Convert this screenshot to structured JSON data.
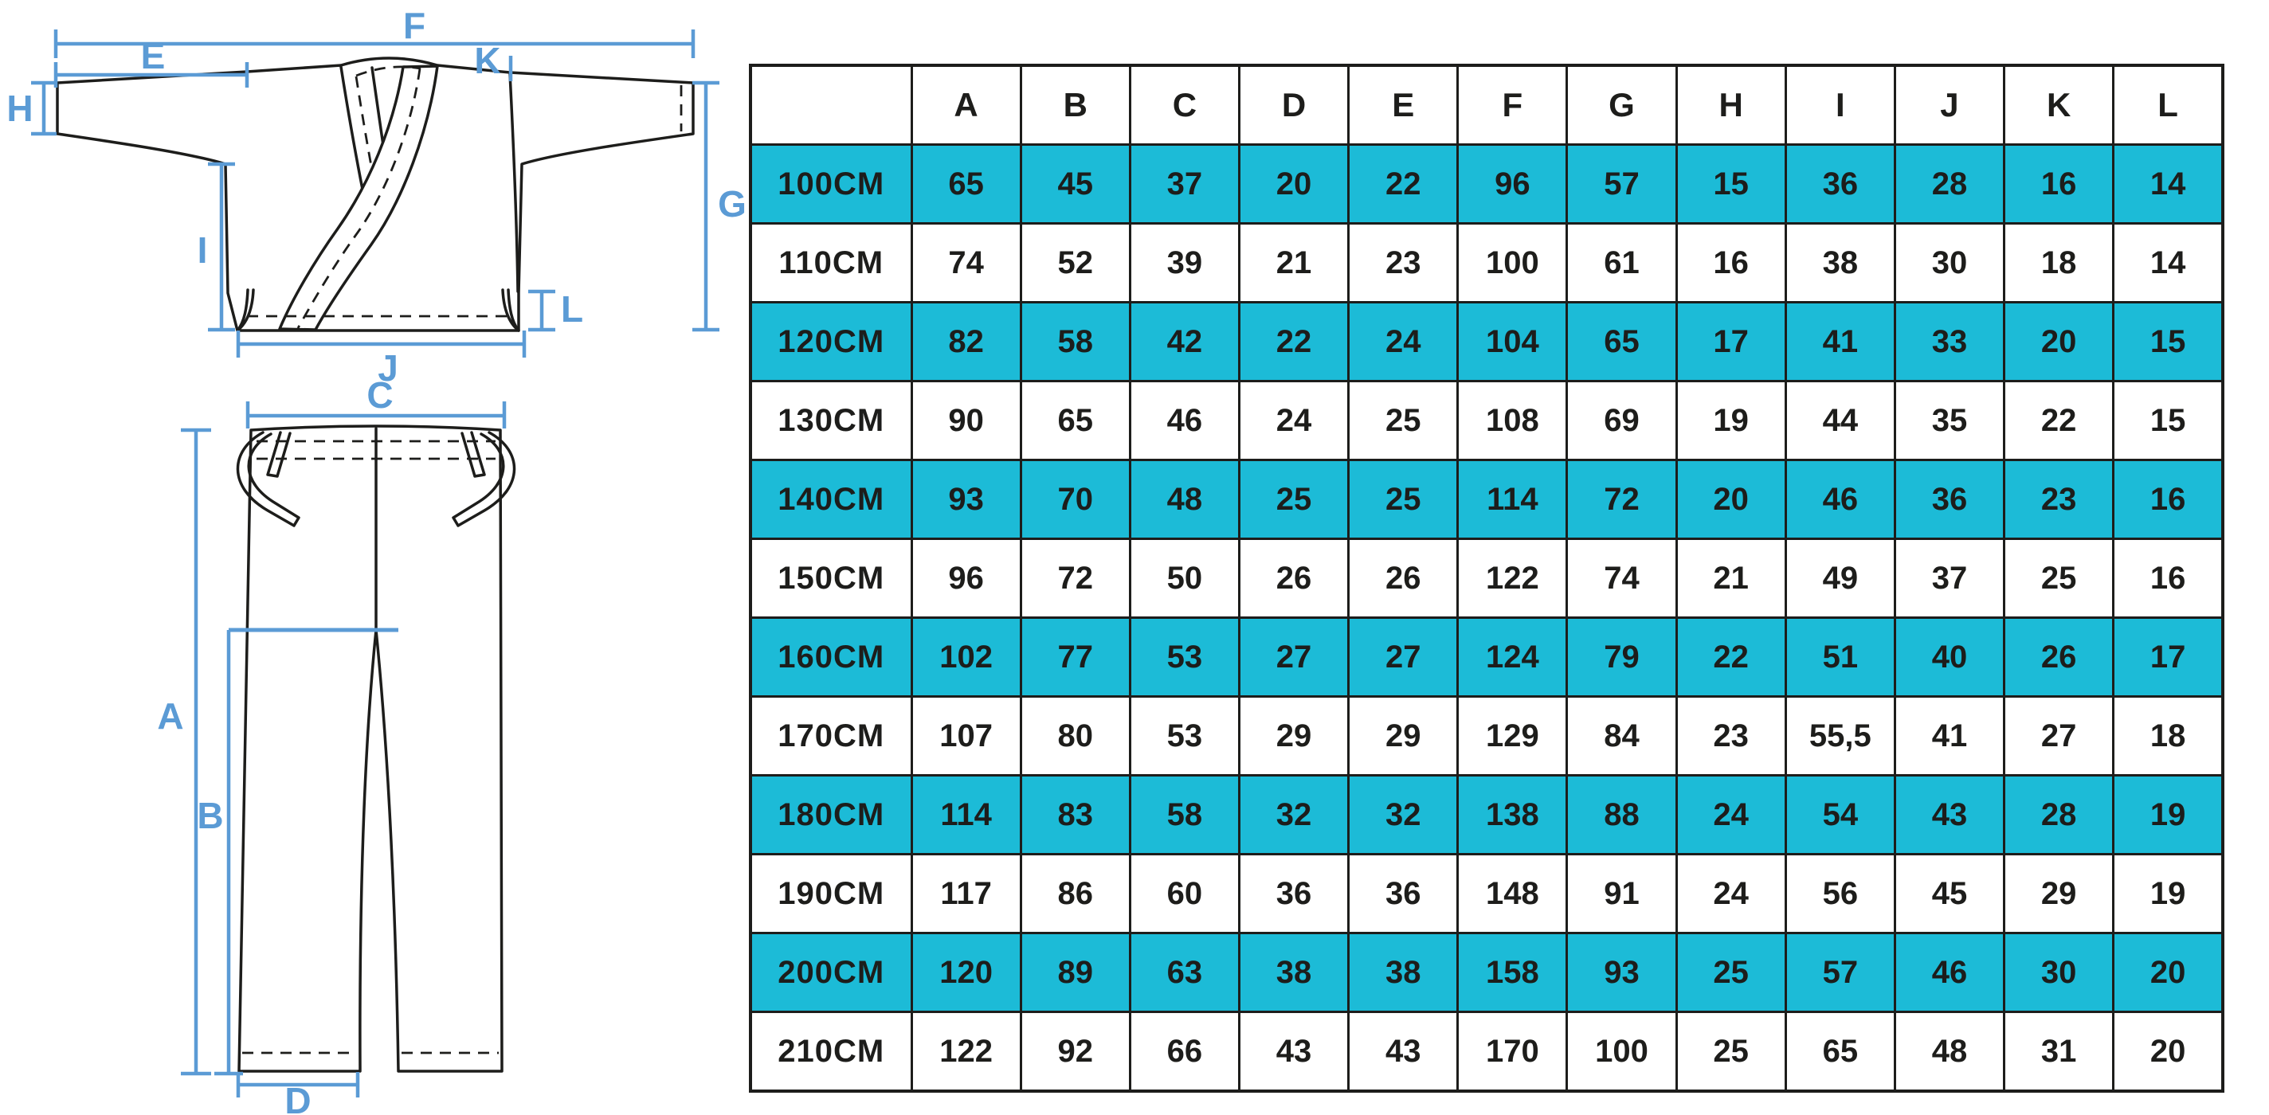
{
  "diagram": {
    "jacket_labels": {
      "f": "F",
      "e": "E",
      "k": "K",
      "h": "H",
      "g": "G",
      "i": "I",
      "l": "L",
      "j": "J"
    },
    "pants_labels": {
      "c": "C",
      "a": "A",
      "b": "B",
      "d": "D"
    }
  },
  "colors": {
    "accent": "#5B9BD5",
    "ink": "#1D1D1B",
    "highlight": "#1CBBD7"
  },
  "table": {
    "columns": [
      "A",
      "B",
      "C",
      "D",
      "E",
      "F",
      "G",
      "H",
      "I",
      "J",
      "K",
      "L"
    ],
    "rows": [
      {
        "size": "100CM",
        "highlight": true,
        "values": [
          "65",
          "45",
          "37",
          "20",
          "22",
          "96",
          "57",
          "15",
          "36",
          "28",
          "16",
          "14"
        ]
      },
      {
        "size": "110CM",
        "highlight": false,
        "values": [
          "74",
          "52",
          "39",
          "21",
          "23",
          "100",
          "61",
          "16",
          "38",
          "30",
          "18",
          "14"
        ]
      },
      {
        "size": "120CM",
        "highlight": true,
        "values": [
          "82",
          "58",
          "42",
          "22",
          "24",
          "104",
          "65",
          "17",
          "41",
          "33",
          "20",
          "15"
        ]
      },
      {
        "size": "130CM",
        "highlight": false,
        "values": [
          "90",
          "65",
          "46",
          "24",
          "25",
          "108",
          "69",
          "19",
          "44",
          "35",
          "22",
          "15"
        ]
      },
      {
        "size": "140CM",
        "highlight": true,
        "values": [
          "93",
          "70",
          "48",
          "25",
          "25",
          "114",
          "72",
          "20",
          "46",
          "36",
          "23",
          "16"
        ]
      },
      {
        "size": "150CM",
        "highlight": false,
        "values": [
          "96",
          "72",
          "50",
          "26",
          "26",
          "122",
          "74",
          "21",
          "49",
          "37",
          "25",
          "16"
        ]
      },
      {
        "size": "160CM",
        "highlight": true,
        "values": [
          "102",
          "77",
          "53",
          "27",
          "27",
          "124",
          "79",
          "22",
          "51",
          "40",
          "26",
          "17"
        ]
      },
      {
        "size": "170CM",
        "highlight": false,
        "values": [
          "107",
          "80",
          "53",
          "29",
          "29",
          "129",
          "84",
          "23",
          "55,5",
          "41",
          "27",
          "18"
        ]
      },
      {
        "size": "180CM",
        "highlight": true,
        "values": [
          "114",
          "83",
          "58",
          "32",
          "32",
          "138",
          "88",
          "24",
          "54",
          "43",
          "28",
          "19"
        ]
      },
      {
        "size": "190CM",
        "highlight": false,
        "values": [
          "117",
          "86",
          "60",
          "36",
          "36",
          "148",
          "91",
          "24",
          "56",
          "45",
          "29",
          "19"
        ]
      },
      {
        "size": "200CM",
        "highlight": true,
        "values": [
          "120",
          "89",
          "63",
          "38",
          "38",
          "158",
          "93",
          "25",
          "57",
          "46",
          "30",
          "20"
        ]
      },
      {
        "size": "210CM",
        "highlight": false,
        "values": [
          "122",
          "92",
          "66",
          "43",
          "43",
          "170",
          "100",
          "25",
          "65",
          "48",
          "31",
          "20"
        ]
      }
    ]
  }
}
